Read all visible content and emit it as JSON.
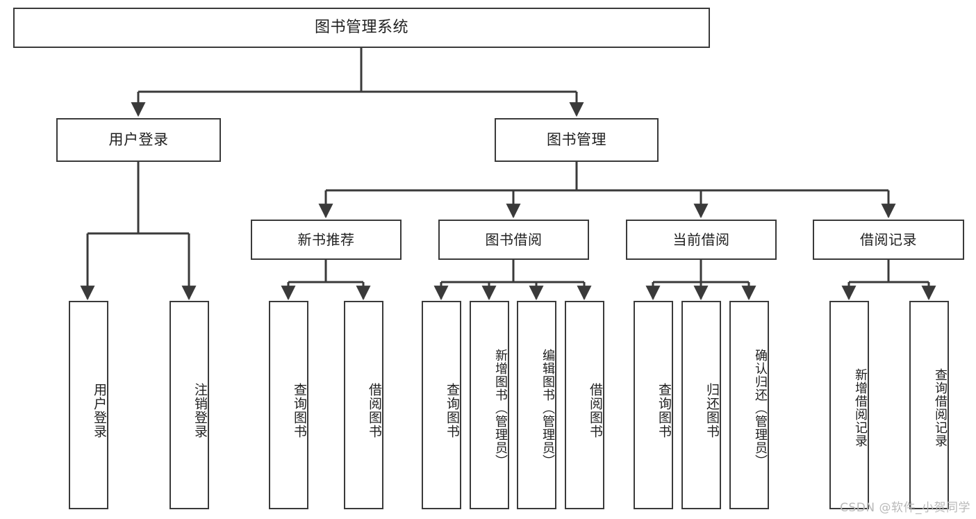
{
  "diagram": {
    "title": "图书管理系统",
    "type": "tree",
    "watermark": "CSDN @软件_小贺同学",
    "colors": {
      "stroke": "#3a3a3a",
      "fill": "#ffffff",
      "text": "#1f1f1f",
      "watermark": "#b9b9b9"
    },
    "root": {
      "label": "图书管理系统"
    },
    "level2": [
      {
        "label": "用户登录"
      },
      {
        "label": "图书管理"
      }
    ],
    "level3": [
      {
        "label": "新书推荐"
      },
      {
        "label": "图书借阅"
      },
      {
        "label": "当前借阅"
      },
      {
        "label": "借阅记录"
      }
    ],
    "leaves": {
      "user_login": [
        {
          "label": "用户登录"
        },
        {
          "label": "注销登录"
        }
      ],
      "new_book_recommend": [
        {
          "label": "查询图书"
        },
        {
          "label": "借阅图书"
        }
      ],
      "book_borrow": [
        {
          "label": "查询图书"
        },
        {
          "label": "新增图书（管理员）"
        },
        {
          "label": "编辑图书（管理员）"
        },
        {
          "label": "借阅图书"
        }
      ],
      "current_borrow": [
        {
          "label": "查询图书"
        },
        {
          "label": "归还图书"
        },
        {
          "label": "确认归还（管理员）"
        }
      ],
      "borrow_record": [
        {
          "label": "新增借阅记录"
        },
        {
          "label": "查询借阅记录"
        }
      ]
    }
  }
}
